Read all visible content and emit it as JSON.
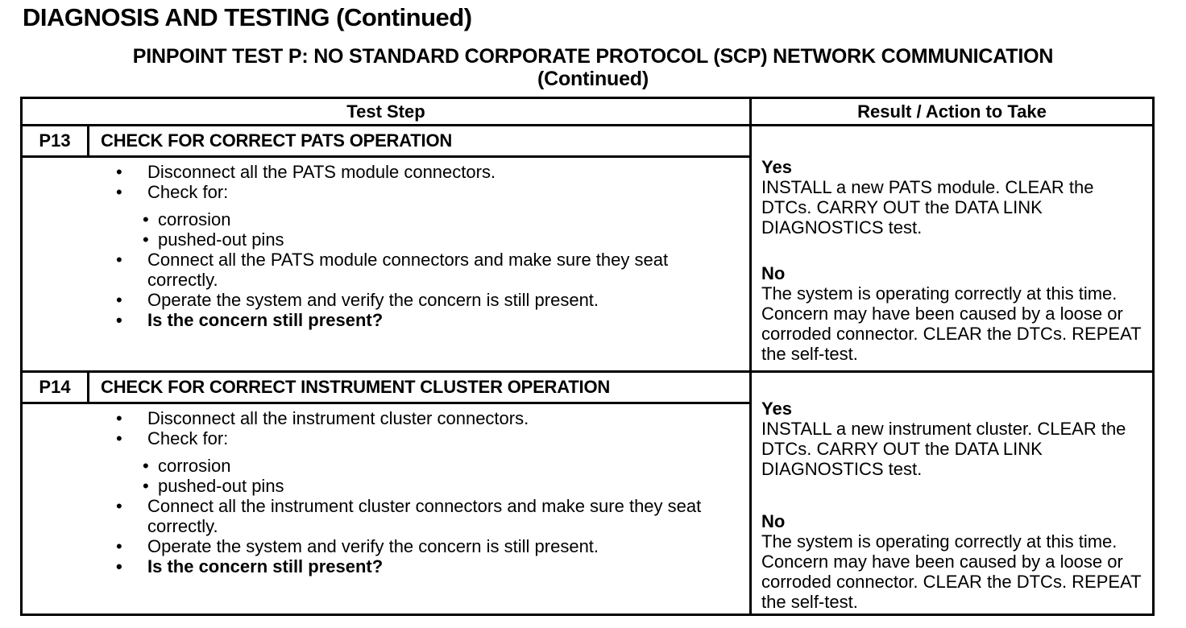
{
  "page": {
    "title": "DIAGNOSIS AND TESTING (Continued)",
    "subtitle": "PINPOINT TEST  P: NO STANDARD CORPORATE PROTOCOL (SCP) NETWORK COMMUNICATION",
    "subtitle_continued": "(Continued)"
  },
  "table": {
    "headers": {
      "test_step": "Test Step",
      "result": "Result / Action to Take"
    },
    "rows": [
      {
        "id": "P13",
        "title": "CHECK FOR CORRECT PATS OPERATION",
        "steps": [
          "Disconnect all the PATS module connectors.",
          "Check for:",
          "corrosion",
          "pushed-out pins",
          "Connect all the PATS module connectors and make sure they seat correctly.",
          "Operate the system and verify the concern is still present.",
          "Is the concern still present?"
        ],
        "result_yes_label": "Yes",
        "result_yes": "INSTALL a new PATS module. CLEAR the DTCs. CARRY OUT the DATA LINK DIAGNOSTICS test.",
        "result_no_label": "No",
        "result_no": "The system is operating correctly at this time. Concern may have been caused by a loose or corroded connector. CLEAR the DTCs. REPEAT the self-test."
      },
      {
        "id": "P14",
        "title": "CHECK FOR CORRECT INSTRUMENT CLUSTER OPERATION",
        "steps": [
          "Disconnect all the instrument cluster connectors.",
          "Check for:",
          "corrosion",
          "pushed-out pins",
          "Connect all the instrument cluster connectors and make sure they seat correctly.",
          "Operate the system and verify the concern is still present.",
          "Is the concern still present?"
        ],
        "result_yes_label": "Yes",
        "result_yes": "INSTALL a new instrument cluster. CLEAR the DTCs. CARRY OUT the DATA LINK DIAGNOSTICS test.",
        "result_no_label": "No",
        "result_no": "The system is operating correctly at this time. Concern may have been caused by a loose or corroded connector. CLEAR the DTCs. REPEAT the self-test."
      }
    ]
  }
}
